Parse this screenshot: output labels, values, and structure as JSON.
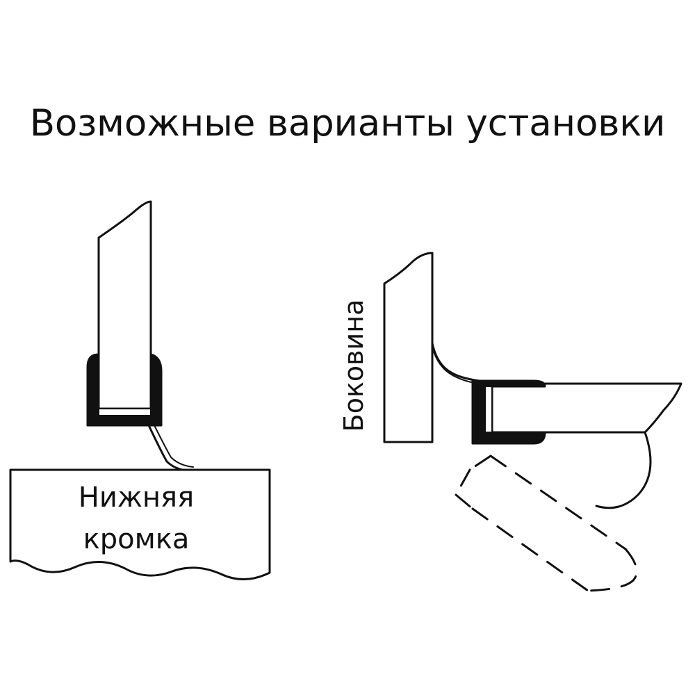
{
  "title": "Возможные варианты установки",
  "labels": {
    "bottom_edge_line1": "Нижняя",
    "bottom_edge_line2": "кромка",
    "side_panel": "Боковина"
  },
  "colors": {
    "ink": "#111111",
    "background": "#ffffff"
  }
}
